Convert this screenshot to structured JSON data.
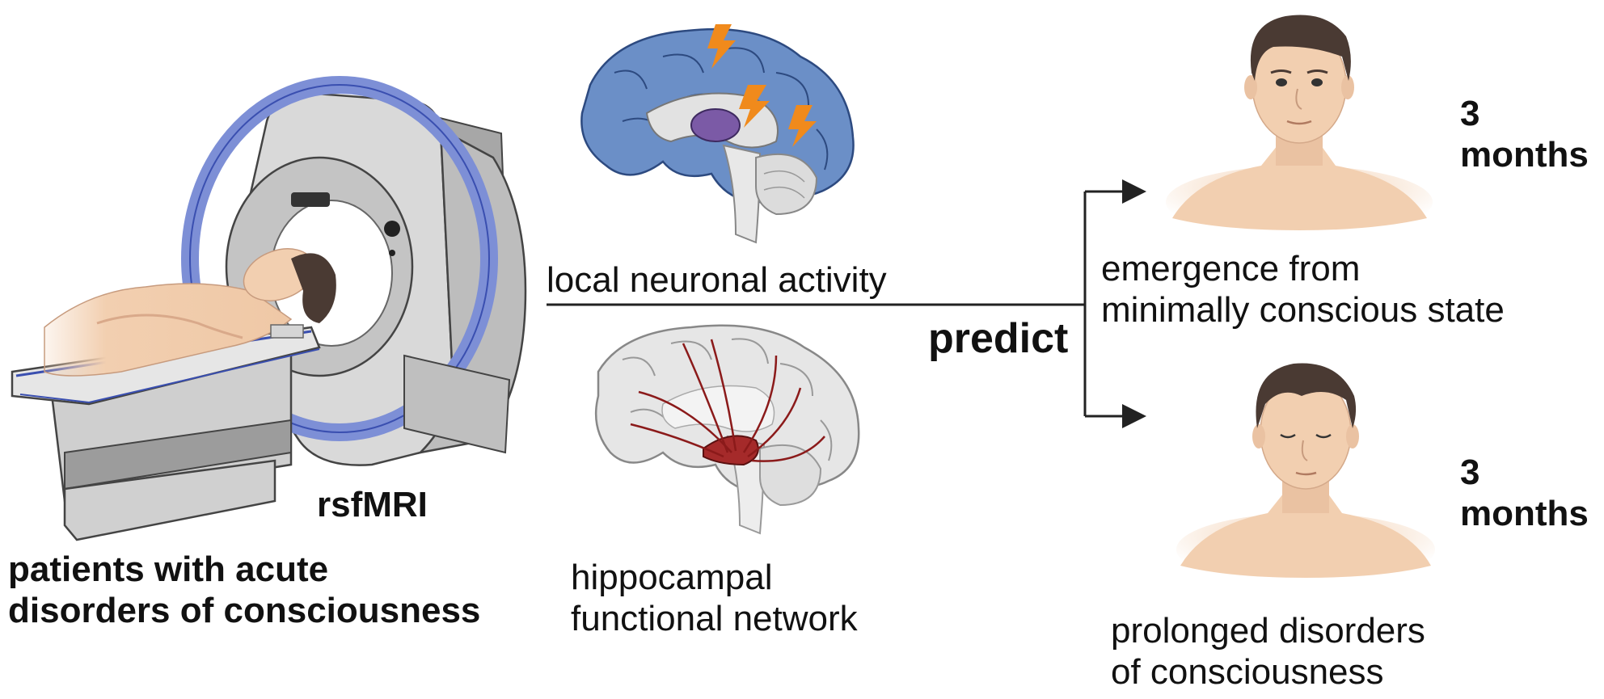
{
  "patients_label": [
    "patients with acute",
    "disorders of consciousness"
  ],
  "scanner_label": "rsfMRI",
  "local_activity_label": "local neuronal activity",
  "hippocampal_label": [
    "hippocampal",
    "functional network"
  ],
  "predict_label": "predict",
  "outcome_good_label": [
    "emergence from",
    "minimally conscious state"
  ],
  "outcome_poor_label": [
    "prolonged disorders",
    "of consciousness"
  ],
  "timepoint_top": [
    "3",
    "months"
  ],
  "timepoint_bottom": [
    "3",
    "months"
  ],
  "colors": {
    "brain_highlight": "#6b8fc7",
    "lightning": "#f08a1c",
    "thalamus": "#7b5aa6",
    "network": "#8b1a1a",
    "skin": "#f2cfb0",
    "hair": "#4a3a33",
    "scanner_body": "#d9d9d9",
    "scanner_ring": "#7d8fd6",
    "arrow": "#222222"
  }
}
